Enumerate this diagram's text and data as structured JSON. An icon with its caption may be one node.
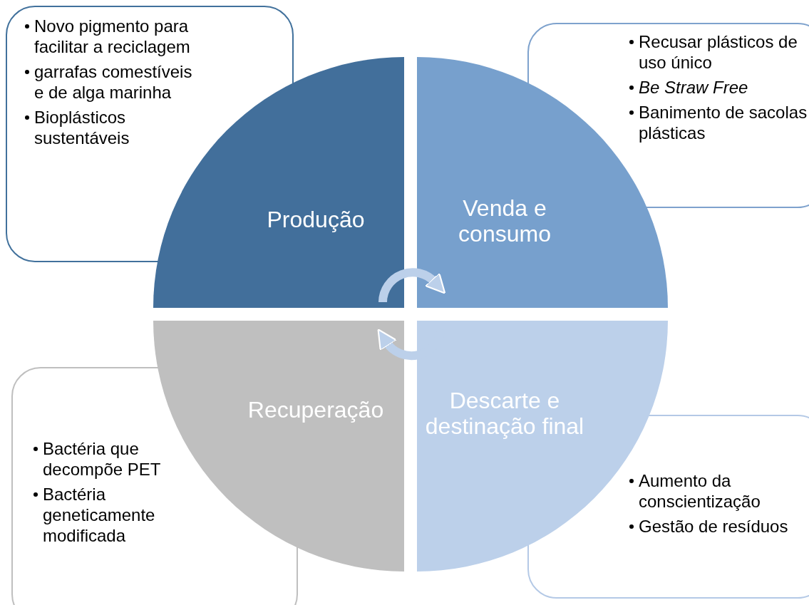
{
  "diagram": {
    "nodes": [
      {
        "text": [
          "Novo pigmento para facilitar a reciclagem",
          "garrafas comestíveis e de alga marinha",
          "Bioplásticos sustentáveis"
        ]
      },
      {
        "text": [
          "Produção"
        ]
      },
      {
        "text": [
          "Venda e consumo"
        ]
      },
      {
        "text": [
          "Recusar plásticos de uso único",
          "Be Straw Free",
          "Banimento de sacolas plásticas"
        ]
      },
      {
        "text": [
          "Recuperação"
        ]
      },
      {
        "text": [
          "Descarte e destinação final"
        ]
      },
      {
        "text": [
          "Bactéria que decompõe PET",
          "Bactéria geneticamente modificada"
        ]
      },
      {
        "text": [
          "Aumento da conscientização",
          "Gestão de resíduos"
        ]
      }
    ],
    "edges": [
      {
        "from": 1,
        "to": 2,
        "arrow": "to"
      },
      {
        "from": 5,
        "to": 4,
        "arrow": "to"
      }
    ]
  }
}
